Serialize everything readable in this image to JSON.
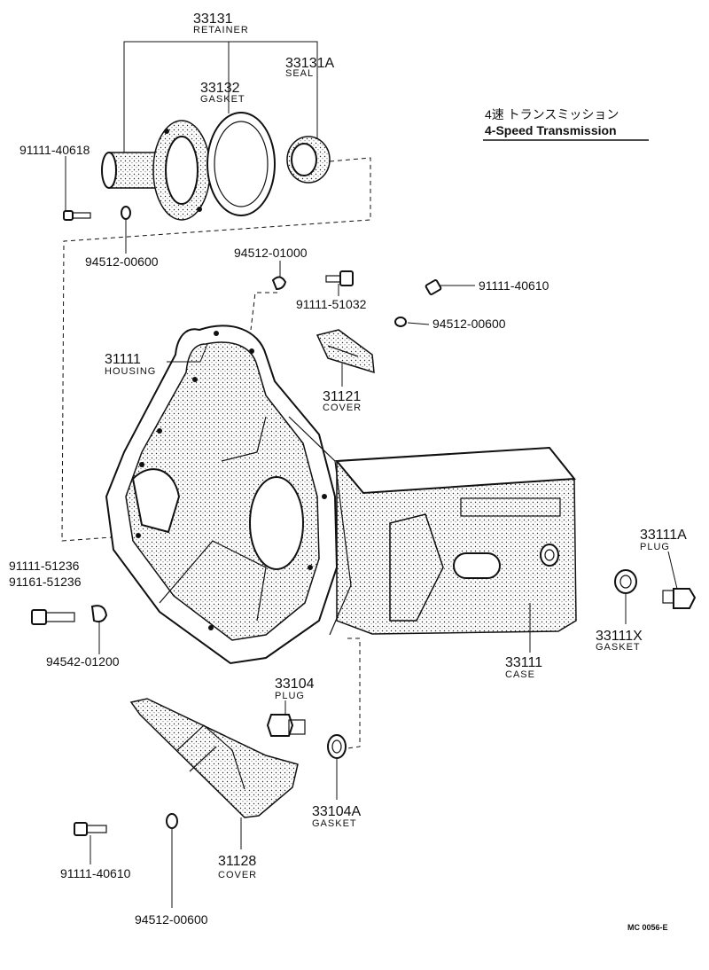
{
  "title": {
    "japanese": "4速 トランスミッション",
    "english": "4-Speed Transmission"
  },
  "figure_code": "MC 0056-E",
  "parts": {
    "p33131": {
      "number": "33131",
      "name": "RETAINER"
    },
    "p33131a": {
      "number": "33131A",
      "name": "SEAL"
    },
    "p33132": {
      "number": "33132",
      "name": "GASKET"
    },
    "p91111_40618": {
      "number": "91111-40618"
    },
    "p94512_00600_top": {
      "number": "94512-00600"
    },
    "p94512_01000": {
      "number": "94512-01000"
    },
    "p91111_51032": {
      "number": "91111-51032"
    },
    "p91111_40610_top": {
      "number": "91111-40610"
    },
    "p94512_00600_mid": {
      "number": "94512-00600"
    },
    "p31111": {
      "number": "31111",
      "name": "HOUSING"
    },
    "p31121": {
      "number": "31121",
      "name": "COVER"
    },
    "p33111a": {
      "number": "33111A",
      "name": "PLUG"
    },
    "p33111x": {
      "number": "33111X",
      "name": "GASKET"
    },
    "p33111": {
      "number": "33111",
      "name": "CASE"
    },
    "p91111_51236": {
      "number": "91111-51236"
    },
    "p91161_51236": {
      "number": "91161-51236"
    },
    "p94542_01200": {
      "number": "94542-01200"
    },
    "p33104": {
      "number": "33104",
      "name": "PLUG"
    },
    "p33104a": {
      "number": "33104A",
      "name": "GASKET"
    },
    "p31128": {
      "number": "31128",
      "name": "COVER"
    },
    "p91111_40610_bot": {
      "number": "91111-40610"
    },
    "p94512_00600_bot": {
      "number": "94512-00600"
    }
  }
}
